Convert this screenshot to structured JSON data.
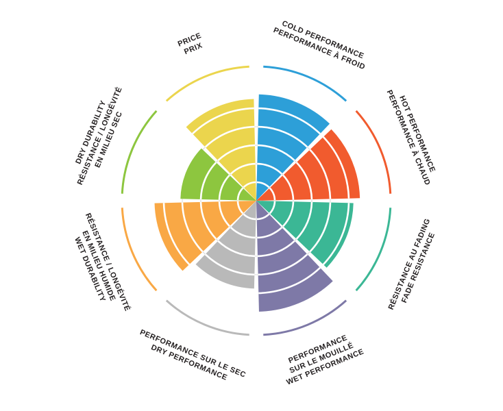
{
  "chart_data": {
    "type": "pie",
    "subtype": "polar-performance-wheel",
    "title": "",
    "scale_note": "each segment rated in rings, 0 to 6 (6 = outer grid ring)",
    "max_rings": 6,
    "ring_count_visible_grid": 4,
    "legend_position": "radial-labels-around-wheel",
    "segments": [
      {
        "id": "cold-performance",
        "lines": [
          "COLD PERFORMANCE",
          "PERFORMANCE À FROID"
        ],
        "color": "#2d9fd8",
        "value": 5.75
      },
      {
        "id": "hot-performance",
        "lines": [
          "HOT PERFORMANCE",
          "PERFORMANCE À CHAUD"
        ],
        "color": "#f15b2e",
        "value": 5.6
      },
      {
        "id": "fade-resistance",
        "lines": [
          "RÉSISTANCE AU FADING",
          "FADE RESISTANCE"
        ],
        "color": "#3bb795",
        "value": 5.25
      },
      {
        "id": "wet-performance",
        "lines": [
          "PERFORMANCE",
          "SUR LE MOUILLÉ",
          "WET PERFORMANCE"
        ],
        "color": "#7e79a7",
        "value": 6
      },
      {
        "id": "dry-performance",
        "lines": [
          "PERFORMANCE SUR LE SEC",
          "DRY PERFORMANCE"
        ],
        "color": "#b9b9b9",
        "value": 4.75
      },
      {
        "id": "wet-durability",
        "lines": [
          "RÉSISTANCE / LONGÉVITÉ",
          "EN MILIEU HUMIDE",
          "WET DURABILITY"
        ],
        "color": "#f9a845",
        "value": 5.5
      },
      {
        "id": "dry-durability",
        "lines": [
          "DRY DURABILITY",
          "RÉSISTANCE / LONGÉVITÉ",
          "EN MILIEU SEC"
        ],
        "color": "#8dc63f",
        "value": 4.1
      },
      {
        "id": "price",
        "lines": [
          "PRICE",
          "PRIX"
        ],
        "color": "#ebd54d",
        "value": 5.5
      }
    ]
  },
  "colors": {
    "background": "#ffffff",
    "label_text": "#231f20",
    "grid_ring": "#d8d8d8",
    "ring_divider": "#ffffff"
  },
  "geometry_labels": {
    "start_direction": "top",
    "sweep": "clockwise",
    "sector_span_degrees": 45
  }
}
